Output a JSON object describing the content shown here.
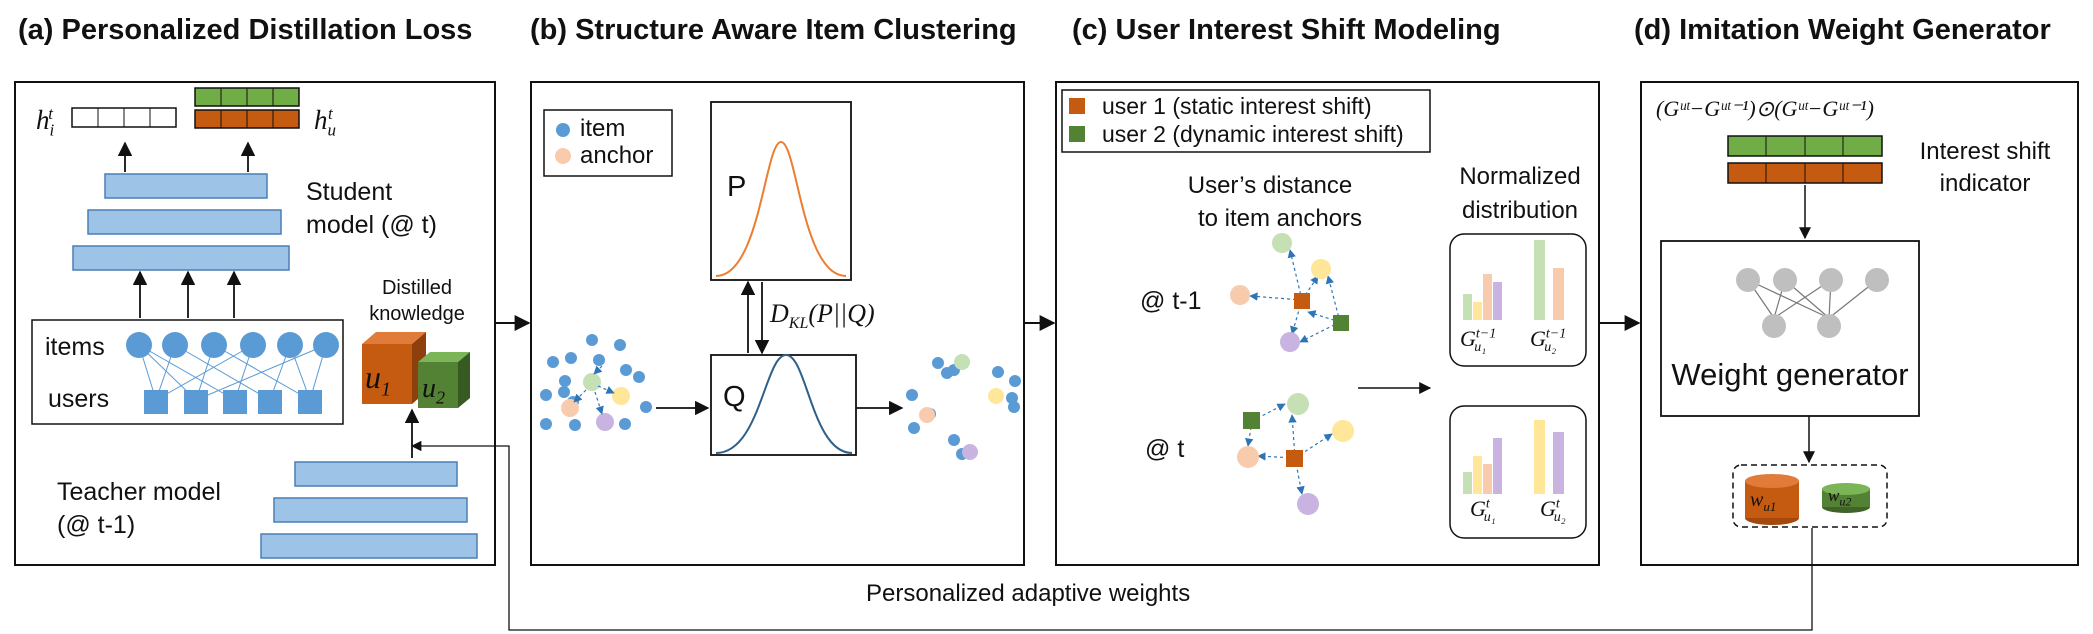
{
  "panels": {
    "a": {
      "title": "(a) Personalized Distillation Loss"
    },
    "b": {
      "title": "(b) Structure Aware Item Clustering"
    },
    "c": {
      "title": "(c) User Interest Shift Modeling"
    },
    "d": {
      "title": "(d) Imitation Weight Generator"
    }
  },
  "a": {
    "student_label": "Student model (@ t)",
    "teacher_label": "Teacher model (@ t-1)",
    "distilled_label": "Distilled knowledge",
    "items_label": "items",
    "users_label": "users",
    "h_i": "h",
    "h_i_sub": "i",
    "h_i_sup": "t",
    "h_u": "h",
    "h_u_sub": "u",
    "h_u_sup": "t",
    "cube1": "u",
    "cube1_sub": "1",
    "cube2": "u",
    "cube2_sub": "2"
  },
  "b": {
    "legend_item": "item",
    "legend_anchor": "anchor",
    "p_label": "P",
    "q_label": "Q",
    "dkl_main": "D",
    "dkl_sub": "KL",
    "dkl_rest": "(P||Q)"
  },
  "c": {
    "legend_user1": "user 1 (static interest shift)",
    "legend_user2": "user 2 (dynamic interest shift)",
    "distance_line1": "User’s distance",
    "distance_line2": "to item anchors",
    "normalized_line1": "Normalized",
    "normalized_line2": "distribution",
    "t_minus_1": "@ t-1",
    "t": "@ t",
    "g1_prev": "G",
    "g1_prev_sup": "t−1",
    "g1_prev_sub": "u₁",
    "g2_prev": "G",
    "g2_prev_sup": "t−1",
    "g2_prev_sub": "u₂",
    "g1_now": "G",
    "g1_now_sup": "t",
    "g1_now_sub": "u₁",
    "g2_now": "G",
    "g2_now_sup": "t",
    "g2_now_sub": "u₂"
  },
  "d": {
    "formula": "(Gᵘᵗ−Gᵘᵗ⁻¹)⊙(Gᵘᵗ−Gᵘᵗ⁻¹)",
    "indicator_line1": "Interest shift",
    "indicator_line2": "indicator",
    "weight_generator": "Weight generator",
    "w1": "w",
    "w1_sub": "u1",
    "w2": "w",
    "w2_sub": "u2"
  },
  "feedback_label": "Personalized adaptive weights",
  "colors": {
    "blue_bar": "#9dc3e6",
    "blue_dot": "#5b9bd5",
    "orange": "#c55a11",
    "orange_light": "#f4b183",
    "green": "#548235",
    "green_light": "#a9d18e",
    "purple_light": "#c9b3e0",
    "yellow_light": "#ffe699",
    "p_curve": "#ed7d31",
    "q_curve": "#2e5f8a"
  }
}
